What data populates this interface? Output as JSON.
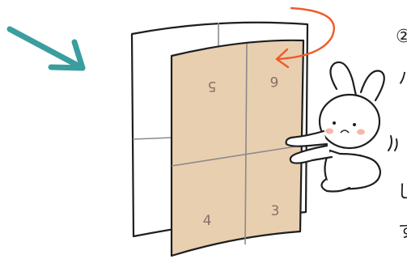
{
  "illustration": {
    "panel_numbers": {
      "top_left": "5",
      "top_right": "6",
      "bottom_left": "4",
      "bottom_right": "3"
    },
    "edge_marks": {
      "step_marker": "②",
      "line_1": "ハ",
      "line_2": "じ",
      "line_3": "す"
    }
  },
  "colors": {
    "teal_arrow": "#3a9e9e",
    "orange_arrow": "#f05a28",
    "paper_front": "#e8cfb0",
    "paper_back": "#ffffff",
    "outline": "#1e1e1e",
    "fold_line": "#8a8a8a",
    "bunny_cheek": "#f6b7a7"
  }
}
